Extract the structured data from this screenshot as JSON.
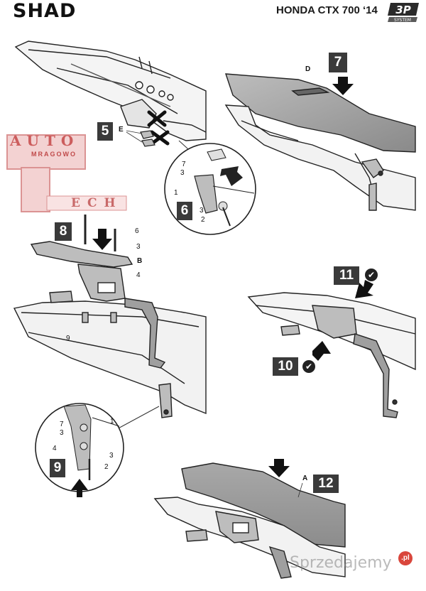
{
  "header": {
    "brand": "SHAD",
    "model": "HONDA CTX 700 ‘14",
    "system_badge": "3P",
    "system_badge_sub": "SYSTEM"
  },
  "steps": {
    "s5": "5",
    "s6": "6",
    "s7": "7",
    "s8": "8",
    "s9": "9",
    "s10": "10",
    "s11": "11",
    "s12": "12"
  },
  "labels": {
    "E": "E",
    "D": "D",
    "B": "B",
    "A": "A",
    "n1a": "1",
    "n3a": "3",
    "n7a": "7",
    "n3b": "3",
    "n2a": "2",
    "n6b": "6",
    "n3c": "3",
    "n4a": "4",
    "n9": "9",
    "n7c": "7",
    "n3d": "3",
    "n1c": "1",
    "n4c": "4",
    "n3e": "3",
    "n2c": "2"
  },
  "overlay": {
    "auto": "AUTO",
    "city": "MRAGOWO",
    "tech": "ECH"
  },
  "watermark": {
    "text": "Sprzedajemy",
    "badge": ".pl"
  },
  "icons": [
    "check-icon",
    "arrow-down-icon",
    "cross-icon",
    "arrow-up-icon"
  ],
  "colors": {
    "step_bg": "#3a3a3a",
    "overlay_red": "#d98b8b",
    "watermark_red": "#d9463c"
  }
}
